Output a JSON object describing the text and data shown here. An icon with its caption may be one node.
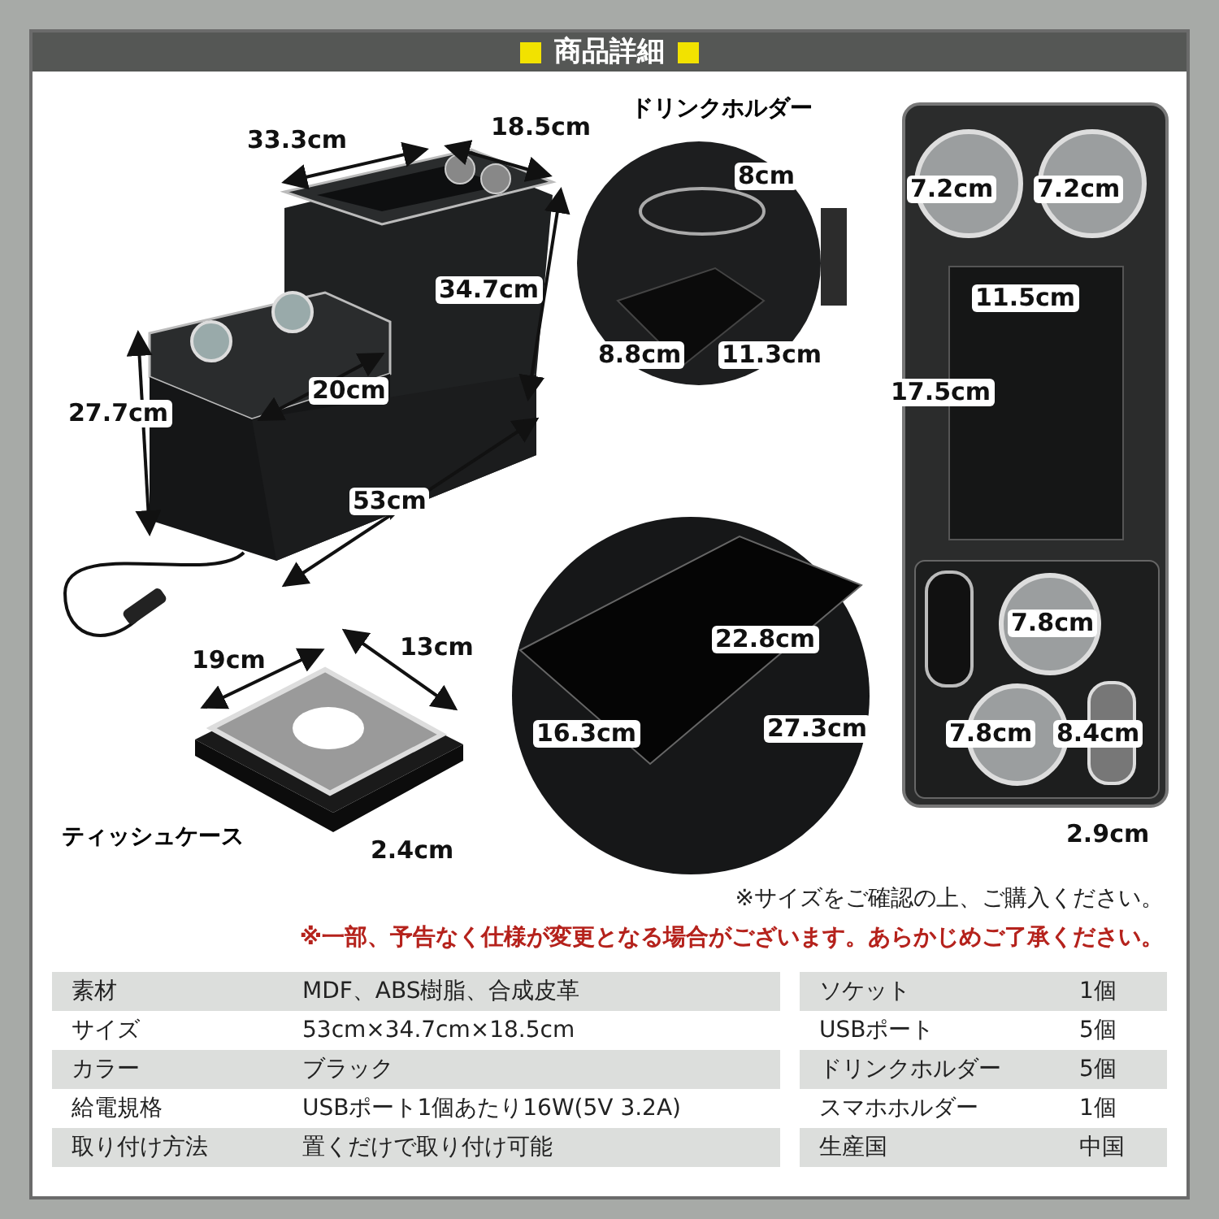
{
  "diagram": {
    "title": "商品詳細",
    "labels": [
      "33.3cm",
      "18.5cm",
      "ドリンクホルダー",
      "8cm",
      "7.2cm",
      "7.2cm",
      "34.7cm",
      "11.5cm",
      "8.8cm",
      "11.3cm",
      "20cm",
      "17.5cm",
      "27.7cm",
      "53cm",
      "22.8cm",
      "7.8cm",
      "19cm",
      "13cm",
      "16.3cm",
      "27.3cm",
      "7.8cm",
      "8.4cm",
      "ティッシュケース",
      "2.4cm",
      "2.9cm",
      "※サイズをご確認の上、ご購入ください。",
      "※一部、予告なく仕様が変更となる場合がございます。あらかじめご了承ください。",
      "素材",
      "MDF、ABS樹脂、合成皮革",
      "ソケット",
      "1個",
      "サイズ",
      "53cm×34.7cm×18.5cm",
      "USBポート",
      "5個",
      "カラー",
      "ブラック",
      "ドリンクホルダー",
      "5個",
      "給電規格",
      "USBポート1個あたり16W(5V 3.2A)",
      "スマホホルダー",
      "1個",
      "取り付け方法",
      "置くだけで取り付け可能",
      "生産国",
      "中国"
    ]
  }
}
